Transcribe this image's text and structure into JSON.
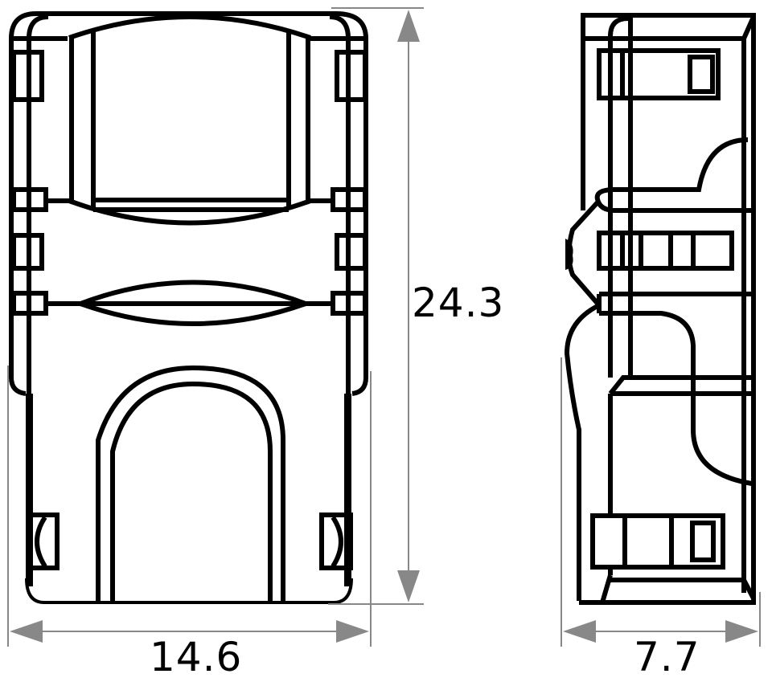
{
  "drawing": {
    "title": "Connector technical drawing",
    "views": [
      {
        "name": "front-view",
        "description": "Front view of connector with arched opening"
      },
      {
        "name": "side-view",
        "description": "Side profile view of connector"
      }
    ],
    "dimensions": {
      "front_width": {
        "value": "14.6",
        "unit": "mm",
        "axis": "horizontal"
      },
      "front_height": {
        "value": "24.3",
        "unit": "mm",
        "axis": "vertical"
      },
      "side_depth": {
        "value": "7.7",
        "unit": "mm",
        "axis": "horizontal"
      }
    },
    "colors": {
      "outline": "#000000",
      "dimension_line": "#888888",
      "background": "#ffffff"
    }
  }
}
